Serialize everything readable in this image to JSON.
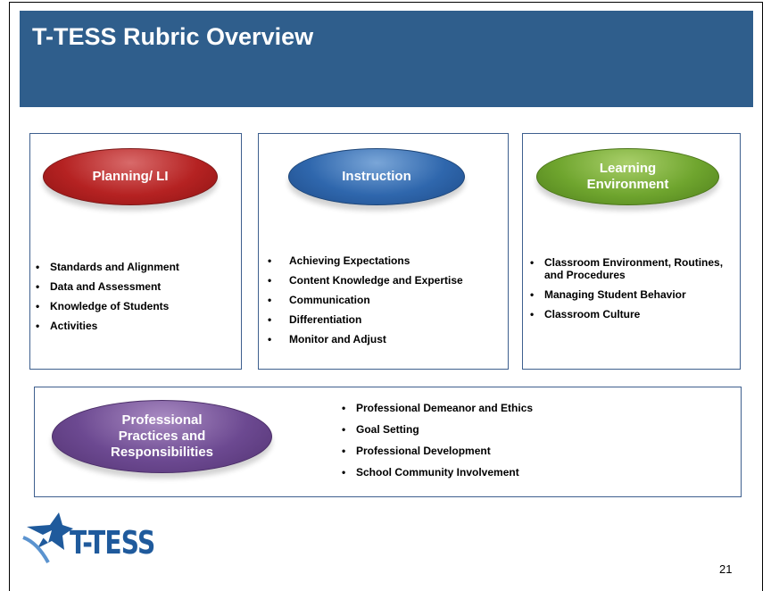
{
  "slide": {
    "title": "T-TESS Rubric Overview",
    "page_number": "21",
    "logo_text": "T-TESS"
  },
  "domains": [
    {
      "label": "Planning/ LI",
      "color": "#b52222",
      "items": [
        "Standards and Alignment",
        "Data and Assessment",
        "Knowledge of Students",
        "Activities"
      ]
    },
    {
      "label": "Instruction",
      "color": "#2f67ad",
      "items": [
        "Achieving Expectations",
        "Content Knowledge and Expertise",
        "Communication",
        "Differentiation",
        "Monitor and Adjust"
      ]
    },
    {
      "label_lines": [
        "Learning",
        "Environment"
      ],
      "color": "#6fa52e",
      "items": [
        "Classroom Environment, Routines, and Procedures",
        "Managing Student Behavior",
        "Classroom Culture"
      ]
    },
    {
      "label_lines": [
        "Professional",
        "Practices and",
        "Responsibilities"
      ],
      "color": "#6c4991",
      "items": [
        "Professional Demeanor and Ethics",
        "Goal Setting",
        "Professional Development",
        "School Community Involvement"
      ]
    }
  ],
  "colors": {
    "banner": "#2f5e8c",
    "card_border": "#3e5f8e",
    "logo_blue": "#1f5a9c"
  }
}
